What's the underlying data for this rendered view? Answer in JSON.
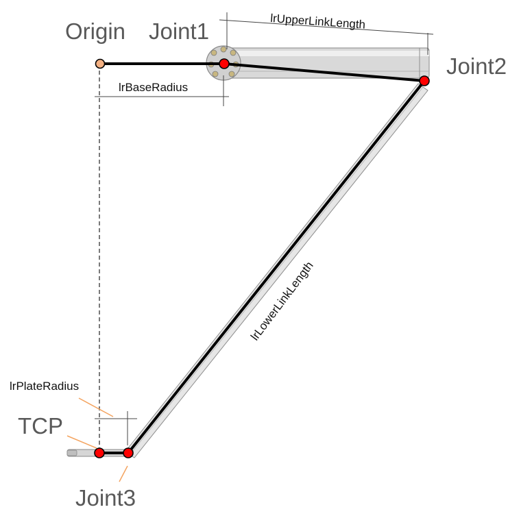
{
  "labels": {
    "origin": "Origin",
    "joint1": "Joint1",
    "joint2": "Joint2",
    "joint3": "Joint3",
    "tcp": "TCP"
  },
  "dimensions": {
    "base_radius": "lrBaseRadius",
    "upper_link_length": "lrUpperLinkLength",
    "lower_link_length": "lrLowerLinkLength",
    "plate_radius": "lrPlateRadius"
  },
  "colors": {
    "joint_marker": "#ff0000",
    "origin_marker": "#f4b183",
    "leader_line": "#f4a460",
    "link_line": "#000000"
  }
}
